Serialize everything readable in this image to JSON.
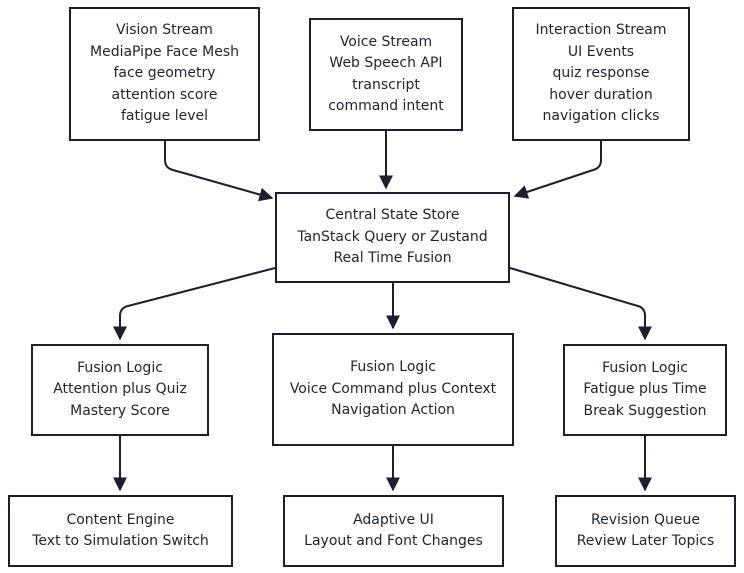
{
  "nodes": {
    "vision": {
      "lines": [
        "Vision Stream",
        "MediaPipe Face Mesh",
        "face geometry",
        "attention score",
        "fatigue level"
      ]
    },
    "voice": {
      "lines": [
        "Voice Stream",
        "Web Speech API",
        "transcript",
        "command intent"
      ]
    },
    "interaction": {
      "lines": [
        "Interaction Stream",
        "UI Events",
        "quiz response",
        "hover duration",
        "navigation clicks"
      ]
    },
    "central": {
      "lines": [
        "Central State Store",
        "TanStack Query or Zustand",
        "Real Time Fusion"
      ]
    },
    "fusion_left": {
      "lines": [
        "Fusion Logic",
        "Attention plus Quiz",
        "Mastery Score"
      ]
    },
    "fusion_mid": {
      "lines": [
        "Fusion Logic",
        "Voice Command plus Context",
        "Navigation Action"
      ]
    },
    "fusion_right": {
      "lines": [
        "Fusion Logic",
        "Fatigue plus Time",
        "Break Suggestion"
      ]
    },
    "content": {
      "lines": [
        "Content Engine",
        "Text to Simulation Switch"
      ]
    },
    "adaptive": {
      "lines": [
        "Adaptive UI",
        "Layout and Font Changes"
      ]
    },
    "revision": {
      "lines": [
        "Revision Queue",
        "Review Later Topics"
      ]
    }
  },
  "colors": {
    "stroke": "#1e1e2e",
    "text": "#1f2430",
    "background": "#ffffff"
  }
}
